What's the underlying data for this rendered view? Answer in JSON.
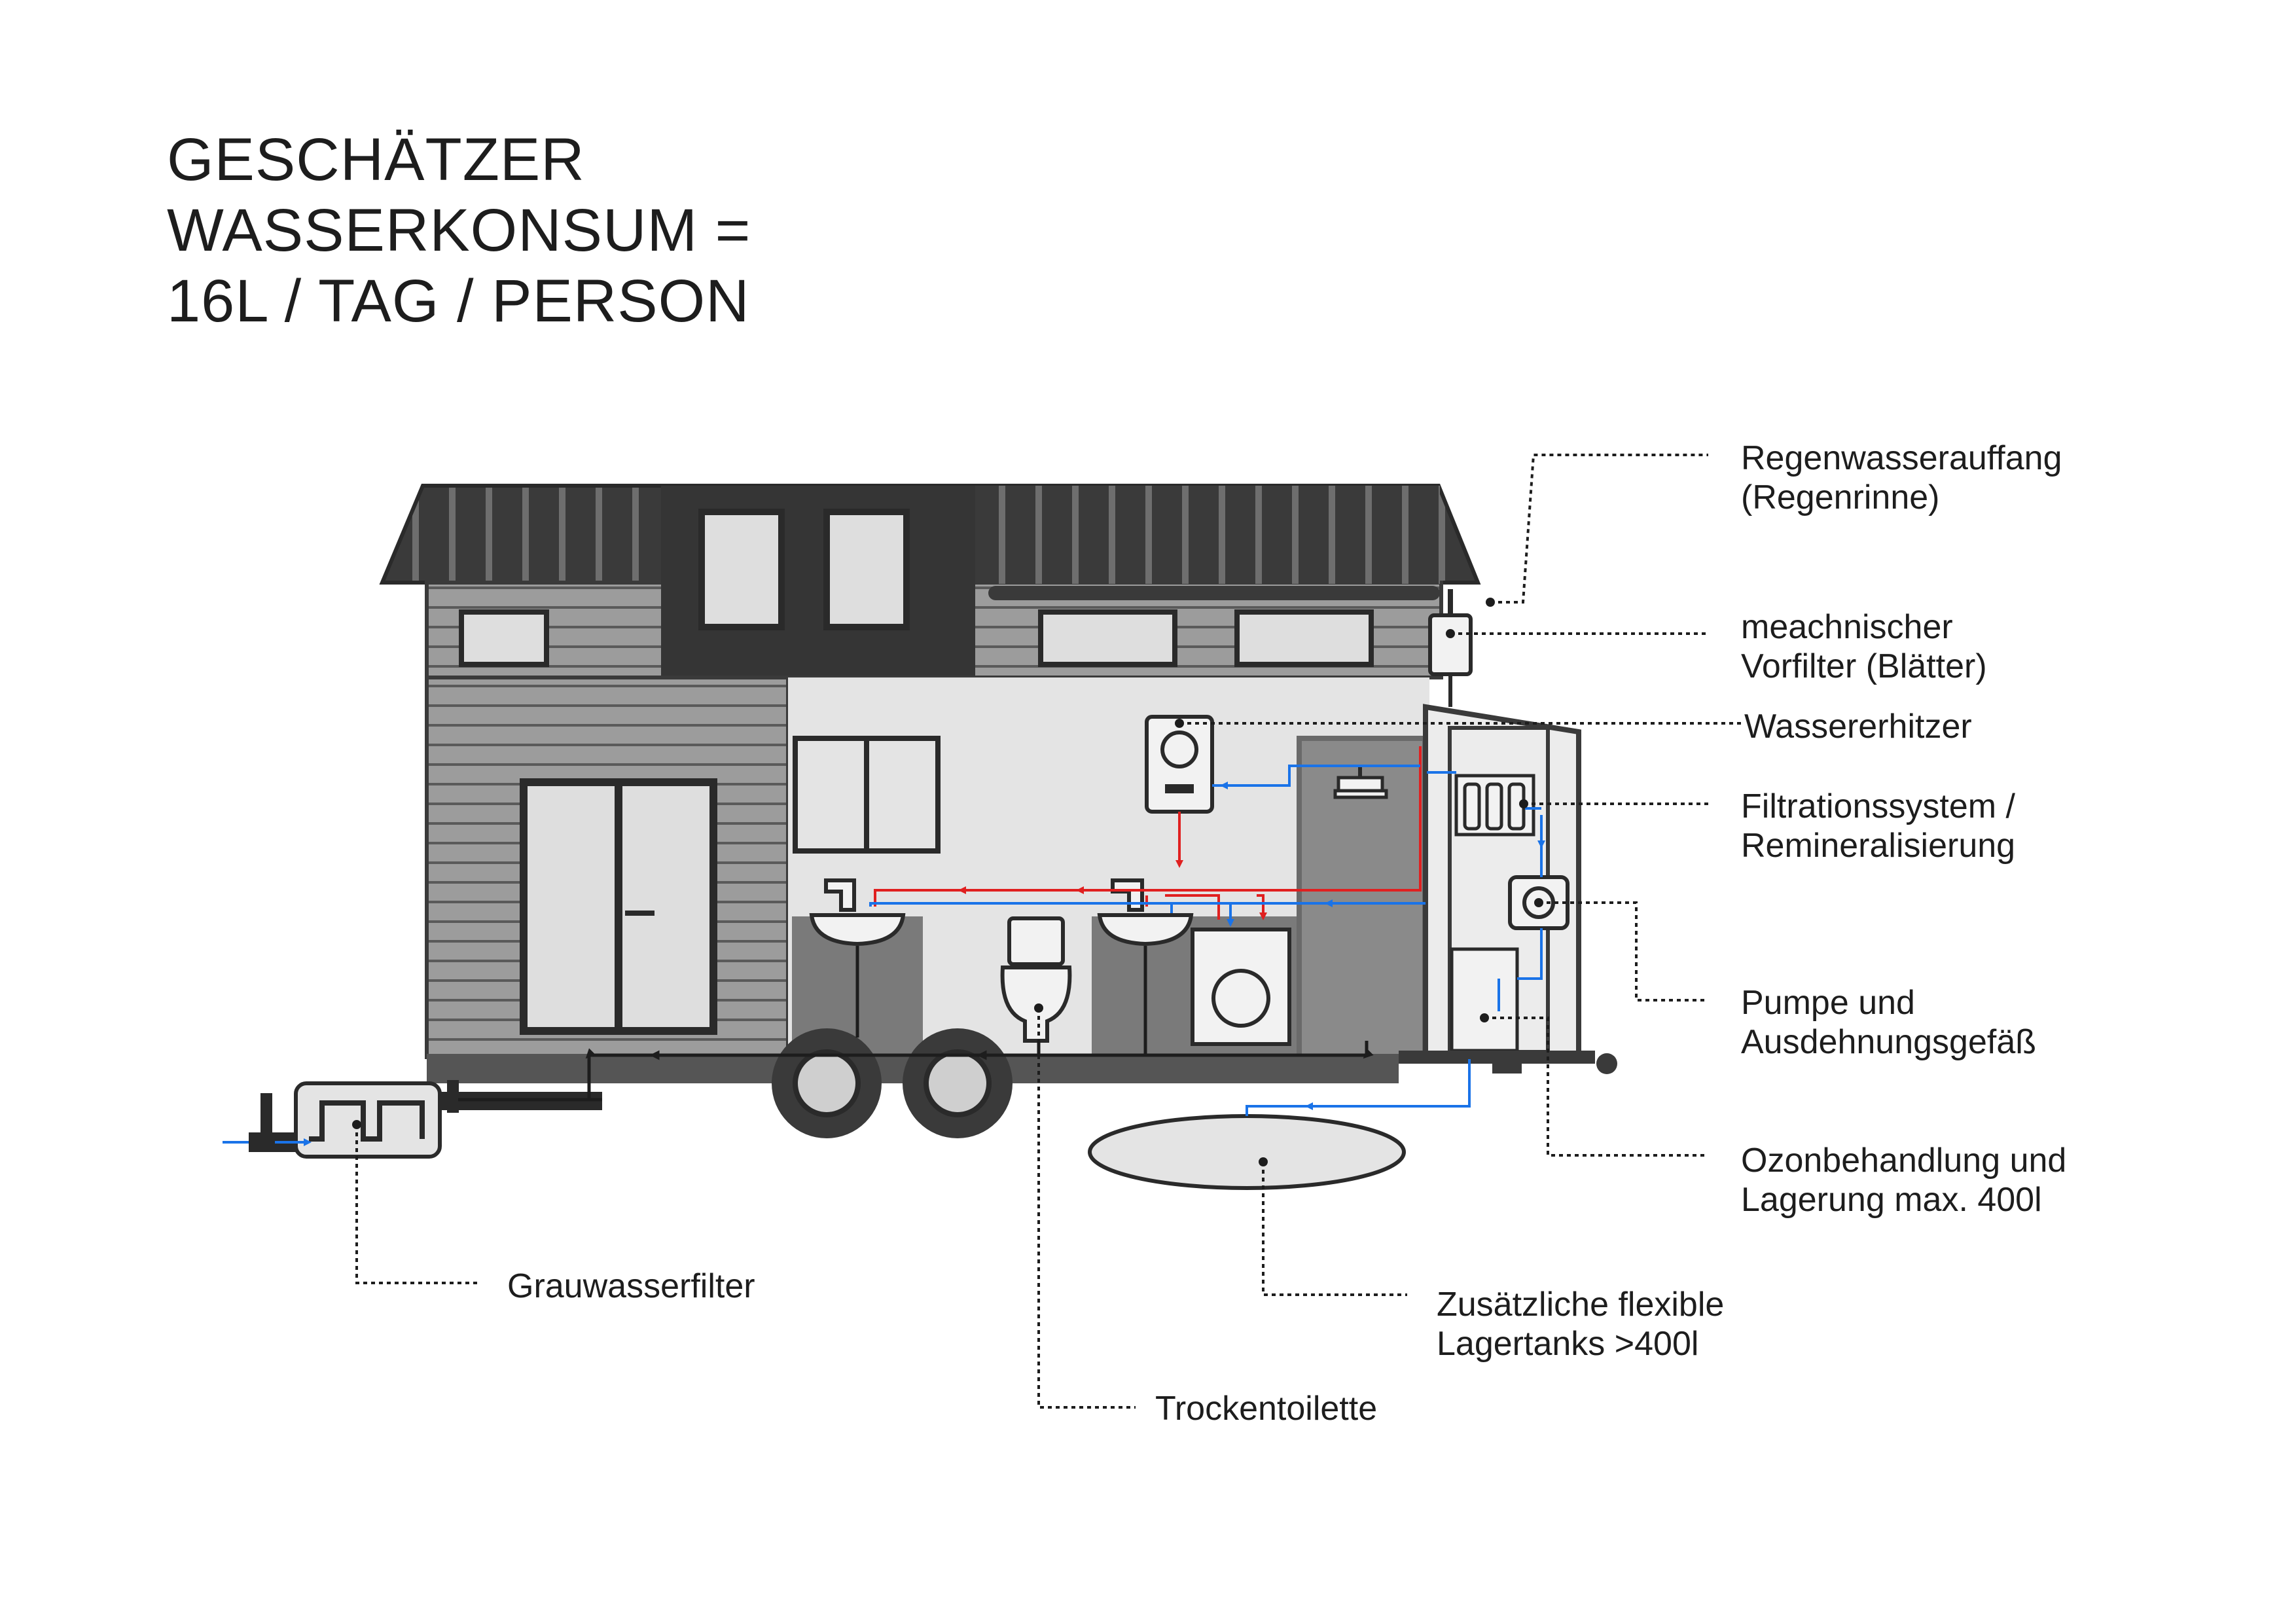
{
  "title": {
    "line1": "GESCHÄTZER",
    "line2": "WASSERKONSUM =",
    "line3": "16L / TAG / PERSON"
  },
  "labels": {
    "rain_collection": {
      "line1": "Regenwasserauffang",
      "line2": "(Regenrinne)"
    },
    "prefilter": {
      "line1": "meachnischer",
      "line2": "Vorfilter (Blätter)"
    },
    "water_heater": "Wassererhitzer",
    "filtration": {
      "line1": "Filtrationssystem /",
      "line2": "Remineralisierung"
    },
    "pump": {
      "line1": "Pumpe und",
      "line2": "Ausdehnungsgefäß"
    },
    "ozone": {
      "line1": "Ozonbehandlung und",
      "line2": "Lagerung max. 400l"
    },
    "flexible_tanks": {
      "line1": "Zusätzliche flexible",
      "line2": "Lagertanks >400l"
    },
    "greywater_filter": "Grauwasserfilter",
    "dry_toilet": "Trockentoilette"
  },
  "colors": {
    "roof_dark": "#3a3a3a",
    "siding": "#9a9a9a",
    "interior": "#e4e4e4",
    "cabinet": "#7a7a7a",
    "window_fill": "#dedede",
    "cold_water": "#1a73e8",
    "hot_water": "#e02020",
    "grey_pipe": "#1d1d1d"
  }
}
